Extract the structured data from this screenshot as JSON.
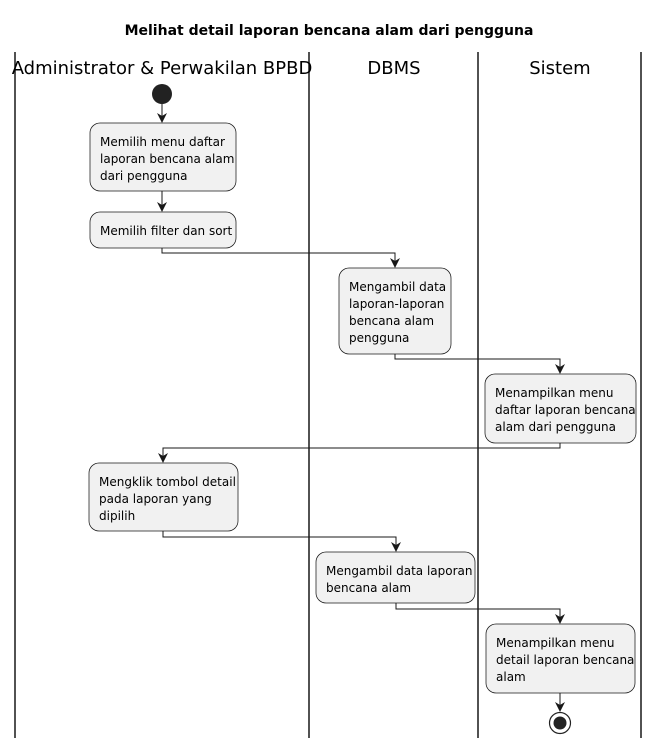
{
  "title": "Melihat detail laporan bencana alam dari pengguna",
  "swimlanes": [
    {
      "label": "Administrator & Perwakilan BPBD"
    },
    {
      "label": "DBMS"
    },
    {
      "label": "Sistem"
    }
  ],
  "activities": [
    {
      "lines": [
        "Memilih menu daftar",
        "laporan bencana alam",
        "dari pengguna"
      ]
    },
    {
      "lines": [
        "Memilih filter dan sort"
      ]
    },
    {
      "lines": [
        "Mengambil data",
        "laporan-laporan",
        "bencana alam",
        "pengguna"
      ]
    },
    {
      "lines": [
        "Menampilkan menu",
        "daftar laporan bencana",
        "alam dari pengguna"
      ]
    },
    {
      "lines": [
        "Mengklik tombol detail",
        "pada laporan yang",
        "dipilih"
      ]
    },
    {
      "lines": [
        "Mengambil data laporan",
        "bencana alam"
      ]
    },
    {
      "lines": [
        "Menampilkan menu",
        "detail laporan bencana",
        "alam"
      ]
    }
  ],
  "colors": {
    "activity_fill": "#f1f1f1",
    "stroke": "#181818",
    "node_fill": "#222222"
  }
}
